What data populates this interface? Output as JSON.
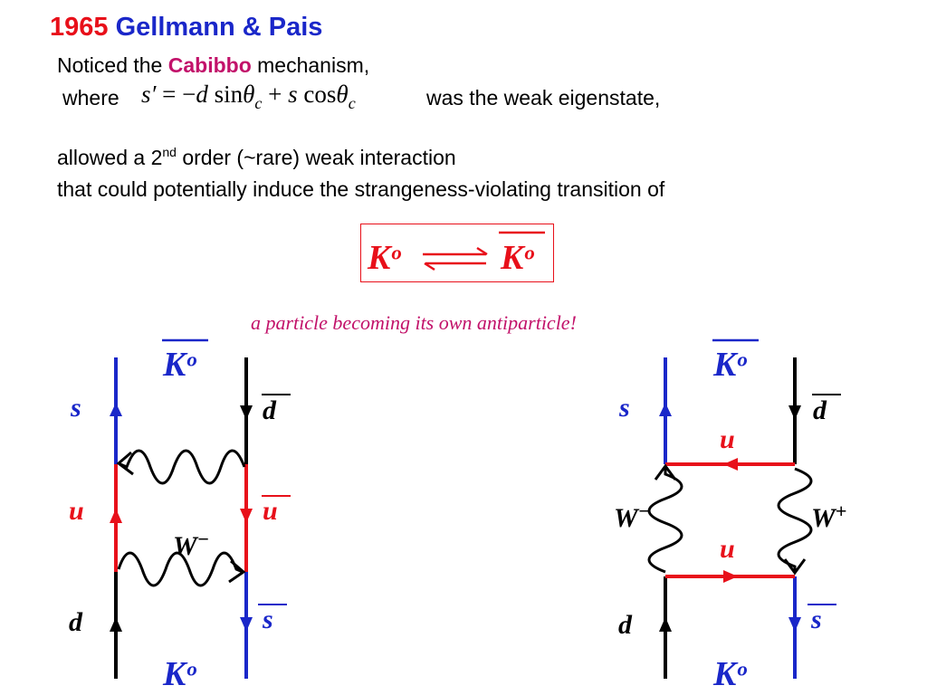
{
  "title": {
    "year": "1965",
    "names": "Gellmann & Pais"
  },
  "text": {
    "line1_pre": "Noticed the ",
    "line1_highlight": "Cabibbo",
    "line1_post": " mechanism,",
    "line2_pre": "where",
    "equation": {
      "s_prime": "s′",
      "eq": "= −",
      "d": "d",
      "sin": "sin",
      "theta": "θ",
      "c": "c",
      "plus": "+",
      "s": "s",
      "cos": "cos"
    },
    "line2_post": "was the weak eigenstate,",
    "line3_pre": "allowed a 2",
    "line3_sup": "nd",
    "line3_post": " order (~rare) weak interaction",
    "line4": "that could potentially induce the strangeness-violating transition of"
  },
  "transition": {
    "left": "Kᵒ",
    "right": "Kᵒ"
  },
  "caption": "a particle becoming its own antiparticle!",
  "diagram1": {
    "top_label": "Kᵒ",
    "bottom_label": "Kᵒ",
    "left_quarks": [
      "s",
      "u",
      "d"
    ],
    "right_quarks": [
      "d",
      "u",
      "s"
    ],
    "boson": "W",
    "boson_charge": "−"
  },
  "diagram2": {
    "top_label": "Kᵒ",
    "bottom_label": "Kᵒ",
    "left_quarks": [
      "s",
      "d"
    ],
    "right_quarks": [
      "d",
      "s"
    ],
    "middle_quarks": [
      "u",
      "u"
    ],
    "left_boson": "W",
    "left_boson_charge": "−",
    "right_boson": "W",
    "right_boson_charge": "+"
  },
  "colors": {
    "red": "#e8101a",
    "blue": "#1a27c9",
    "magenta": "#c2126a",
    "black": "#000000"
  }
}
